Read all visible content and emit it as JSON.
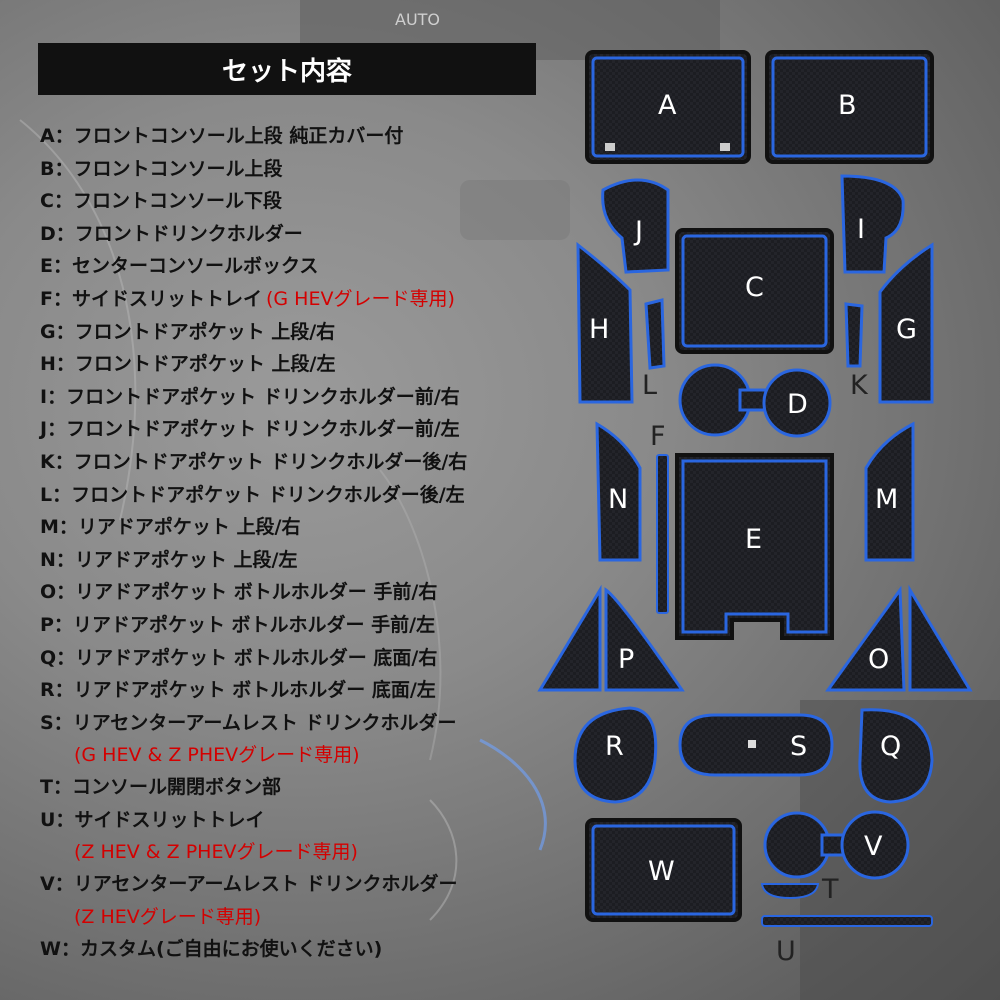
{
  "title": "セット内容",
  "items": [
    {
      "code": "A：",
      "desc": "フロントコンソール上段 純正カバー付",
      "note": "",
      "note2": ""
    },
    {
      "code": "B：",
      "desc": "フロントコンソール上段",
      "note": "",
      "note2": ""
    },
    {
      "code": "C：",
      "desc": "フロントコンソール下段",
      "note": "",
      "note2": ""
    },
    {
      "code": "D：",
      "desc": "フロントドリンクホルダー",
      "note": "",
      "note2": ""
    },
    {
      "code": "E：",
      "desc": "センターコンソールボックス",
      "note": "",
      "note2": ""
    },
    {
      "code": "F：",
      "desc": "サイドスリットトレイ",
      "note": "(G HEVグレード専用)",
      "note2": ""
    },
    {
      "code": "G：",
      "desc": "フロントドアポケット 上段/右",
      "note": "",
      "note2": ""
    },
    {
      "code": "H：",
      "desc": "フロントドアポケット 上段/左",
      "note": "",
      "note2": ""
    },
    {
      "code": "I：",
      "desc": "フロントドアポケット ドリンクホルダー前/右",
      "note": "",
      "note2": ""
    },
    {
      "code": "J：",
      "desc": "フロントドアポケット ドリンクホルダー前/左",
      "note": "",
      "note2": ""
    },
    {
      "code": "K：",
      "desc": "フロントドアポケット ドリンクホルダー後/右",
      "note": "",
      "note2": ""
    },
    {
      "code": "L：",
      "desc": "フロントドアポケット ドリンクホルダー後/左",
      "note": "",
      "note2": ""
    },
    {
      "code": "M：",
      "desc": "リアドアポケット 上段/右",
      "note": "",
      "note2": ""
    },
    {
      "code": "N：",
      "desc": "リアドアポケット 上段/左",
      "note": "",
      "note2": ""
    },
    {
      "code": "O：",
      "desc": "リアドアポケット ボトルホルダー 手前/右",
      "note": "",
      "note2": ""
    },
    {
      "code": "P：",
      "desc": "リアドアポケット ボトルホルダー 手前/左",
      "note": "",
      "note2": ""
    },
    {
      "code": "Q：",
      "desc": "リアドアポケット ボトルホルダー 底面/右",
      "note": "",
      "note2": ""
    },
    {
      "code": "R：",
      "desc": "リアドアポケット ボトルホルダー 底面/左",
      "note": "",
      "note2": ""
    },
    {
      "code": "S：",
      "desc": "リアセンターアームレスト ドリンクホルダー",
      "note": "",
      "note2": "(G HEV & Z PHEVグレード専用)"
    },
    {
      "code": "T：",
      "desc": "コンソール開閉ボタン部",
      "note": "",
      "note2": ""
    },
    {
      "code": "U：",
      "desc": "サイドスリットトレイ",
      "note": "",
      "note2": "(Z HEV & Z PHEVグレード専用)"
    },
    {
      "code": "V：",
      "desc": "リアセンターアームレスト ドリンクホルダー",
      "note": "",
      "note2": "(Z HEVグレード専用)"
    },
    {
      "code": "W：",
      "desc": "カスタム(ご自由にお使いください)",
      "note": "",
      "note2": ""
    }
  ],
  "part_labels": {
    "A": "A",
    "B": "B",
    "C": "C",
    "D": "D",
    "E": "E",
    "F": "F",
    "G": "G",
    "H": "H",
    "I": "I",
    "J": "J",
    "K": "K",
    "L": "L",
    "M": "M",
    "N": "N",
    "O": "O",
    "P": "P",
    "Q": "Q",
    "R": "R",
    "S": "S",
    "T": "T",
    "U": "U",
    "V": "V",
    "W": "W"
  },
  "colors": {
    "mat": "#1c1d22",
    "edge": "#2a66e0",
    "title_bg": "#111111",
    "note": "#d40000"
  },
  "bg_text": "AUTO"
}
